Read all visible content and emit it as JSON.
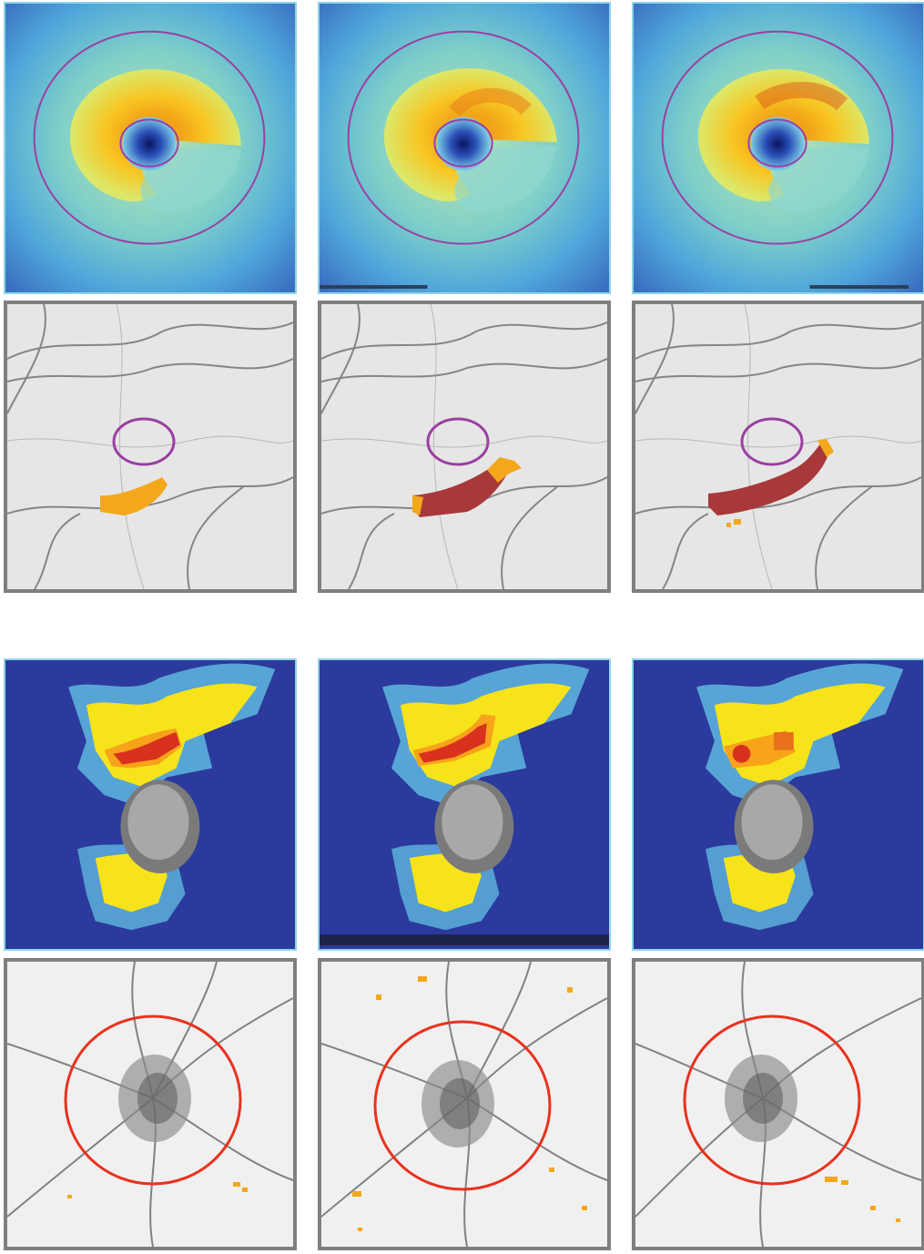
{
  "figure": {
    "rows": [
      {
        "kind": "macular-thickness-heatmap",
        "panels": 3
      },
      {
        "kind": "macular-deviation-fundus",
        "panels": 3
      },
      {
        "kind": "optic-disc-thickness-heatmap",
        "panels": 3
      },
      {
        "kind": "optic-disc-deviation-fundus",
        "panels": 3
      }
    ],
    "colors": {
      "heat_low": "#2b3a9c",
      "heat_mid": "#5fb8e0",
      "heat_high": "#f7c21a",
      "heat_peak": "#d8321f",
      "ring_magenta": "#9b3fa2",
      "ring_red": "#e8321e",
      "defect_yellow": "#f3a81c",
      "defect_red": "#a8383a",
      "disc_gray": "#9a9a9a",
      "border_gray": "#7f7f7f",
      "border_cyan": "#8fd3e8"
    }
  }
}
